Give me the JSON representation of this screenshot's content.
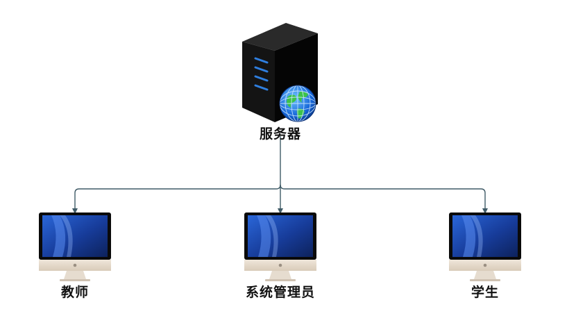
{
  "diagram": {
    "server": {
      "label": "服务器",
      "icon": "server-globe-icon"
    },
    "clients": [
      {
        "label": "教师",
        "icon": "monitor-icon"
      },
      {
        "label": "系统管理员",
        "icon": "monitor-icon"
      },
      {
        "label": "学生",
        "icon": "monitor-icon"
      }
    ],
    "colors": {
      "connector": "#3f5a66",
      "server_body": "#0b0b0b",
      "screen_blue": "#1a3f9e",
      "monitor_base": "#e8ddd0"
    }
  }
}
